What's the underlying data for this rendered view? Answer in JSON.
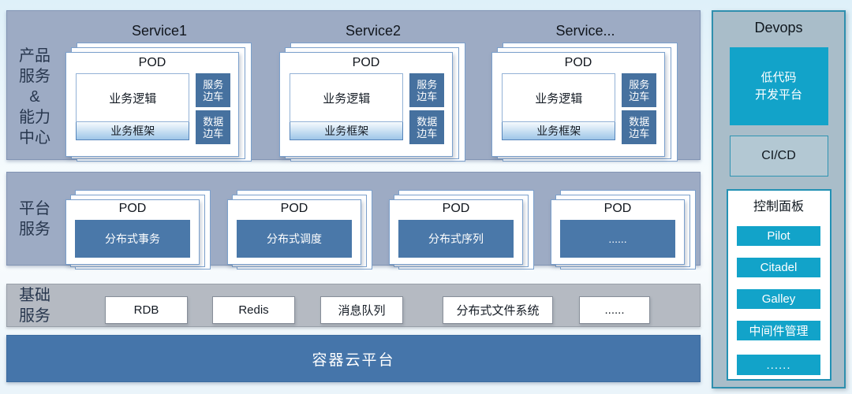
{
  "colors": {
    "band_blue_gray": "#9dabc4",
    "band_gray": "#b5bac2",
    "cloud_blue": "#4575aa",
    "box_dark_blue": "#46719f",
    "teal_accent": "#12a3c9",
    "sidebar_bg": "#a9bdc9",
    "card_border_blue": "#7ba0cc"
  },
  "products_band": {
    "label": "产品\n服务\n&\n能力\n中心",
    "services": [
      {
        "title": "Service1",
        "pod_title": "POD",
        "logic": "业务逻辑",
        "framework": "业务框架",
        "sidecar1": "服务\n边车",
        "sidecar2": "数据\n边车"
      },
      {
        "title": "Service2",
        "pod_title": "POD",
        "logic": "业务逻辑",
        "framework": "业务框架",
        "sidecar1": "服务\n边车",
        "sidecar2": "数据\n边车"
      },
      {
        "title": "Service...",
        "pod_title": "POD",
        "logic": "业务逻辑",
        "framework": "业务框架",
        "sidecar1": "服务\n边车",
        "sidecar2": "数据\n边车"
      }
    ]
  },
  "platform_band": {
    "label": "平台\n服务",
    "pods": [
      {
        "pod_title": "POD",
        "service": "分布式事务"
      },
      {
        "pod_title": "POD",
        "service": "分布式调度"
      },
      {
        "pod_title": "POD",
        "service": "分布式序列"
      },
      {
        "pod_title": "POD",
        "service": "......"
      }
    ]
  },
  "infra_band": {
    "label": "基础\n服务",
    "items": [
      "RDB",
      "Redis",
      "消息队列",
      "分布式文件系统",
      "......"
    ]
  },
  "cloud_band": {
    "label": "容器云平台"
  },
  "devops": {
    "title": "Devops",
    "lowcode": "低代码\n开发平台",
    "cicd": "CI/CD",
    "control_panel": {
      "title": "控制面板",
      "buttons": [
        "Pilot",
        "Citadel",
        "Galley",
        "中间件管理",
        "......"
      ]
    }
  }
}
